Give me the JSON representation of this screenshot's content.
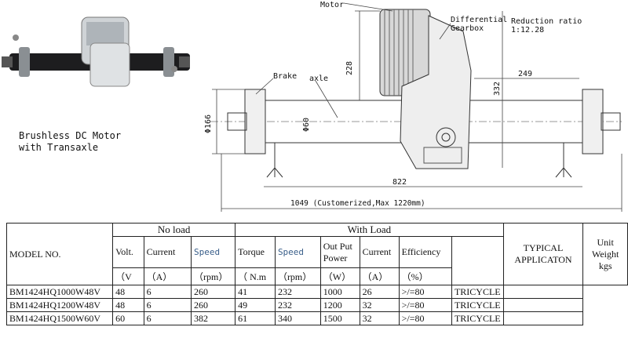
{
  "product_caption": [
    "Brushless DC Motor",
    "with Transaxle"
  ],
  "drawing": {
    "labels": {
      "motor": "Motor",
      "differential": "Differential",
      "gearbox": "Gearbox",
      "reduction_ratio_title": "Reduction ratio",
      "reduction_ratio_value": "1:12.28",
      "brake": "Brake",
      "axle": "axle"
    },
    "dimensions": {
      "motor_height": "228",
      "right_offset": "249",
      "gearbox_height": "332",
      "brake_dia": "Φ166",
      "axle_dia": "Φ60",
      "brake_span": "822",
      "total_length": "1049  (Customerized,Max 1220mm)"
    }
  },
  "table": {
    "model_header": "MODEL NO.",
    "no_load_header": "No load",
    "with_load_header": "With Load",
    "typical_header": "TYPICAL APPLICATON",
    "weight_header": "Unit Weight kgs",
    "col_labels": [
      "Volt.",
      "Current",
      "Speed",
      "Torque",
      "Speed",
      "Out Put Power",
      "Current",
      "Efficiency"
    ],
    "units": [
      "（V",
      "（A）",
      "（rpm）",
      "（ N.m",
      "（rpm）",
      "（W）",
      "（A）",
      "（%）"
    ],
    "rows": [
      {
        "model": "BM1424HQ1000W48V",
        "volt": "48",
        "cur": "6",
        "speed": "260",
        "torque": "41",
        "lspeed": "232",
        "power": "1000",
        "lcur": "26",
        "eff": ">/=80",
        "app": "TRICYCLE",
        "weight": ""
      },
      {
        "model": "BM1424HQ1200W48V",
        "volt": "48",
        "cur": "6",
        "speed": "260",
        "torque": "49",
        "lspeed": "232",
        "power": "1200",
        "lcur": "32",
        "eff": ">/=80",
        "app": "TRICYCLE",
        "weight": ""
      },
      {
        "model": "BM1424HQ1500W60V",
        "volt": "60",
        "cur": "6",
        "speed": "382",
        "torque": "61",
        "lspeed": "340",
        "power": "1500",
        "lcur": "32",
        "eff": ">/=80",
        "app": "TRICYCLE",
        "weight": ""
      }
    ]
  }
}
